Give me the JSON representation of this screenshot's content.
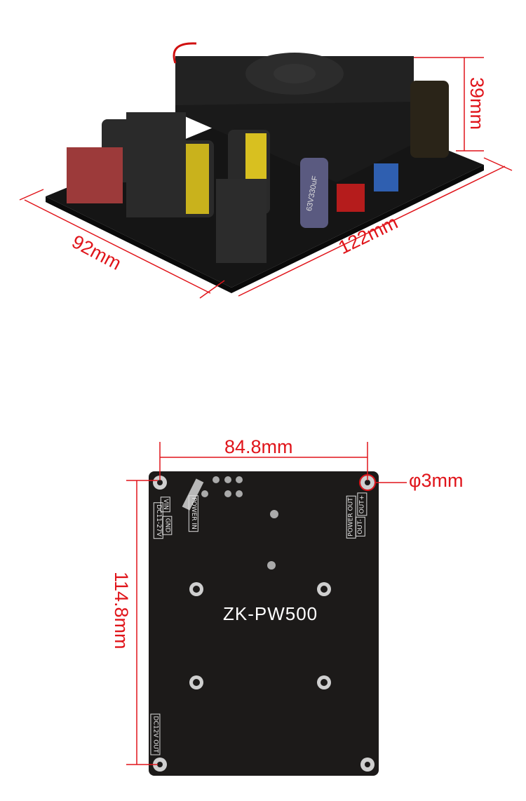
{
  "top_view": {
    "height_label": "39mm",
    "width_label": "92mm",
    "length_label": "122mm",
    "capacitor_text": "63V330uF"
  },
  "bottom_view": {
    "hole_spacing_label": "84.8mm",
    "hole_diameter_label": "φ3mm",
    "board_height_label": "114.8mm",
    "model": "ZK-PW500",
    "silkscreen": {
      "input_voltage": "DC11-27V",
      "power_in": "POWER IN",
      "vin": "VIN",
      "gnd": "GND",
      "power_out": "POWER OUT",
      "out_plus": "OUT+",
      "out_minus": "OUT-",
      "dc_out": "DC12V OUT"
    }
  },
  "colors": {
    "dimension": "#e0141a",
    "pcb": "#1c1a19"
  }
}
